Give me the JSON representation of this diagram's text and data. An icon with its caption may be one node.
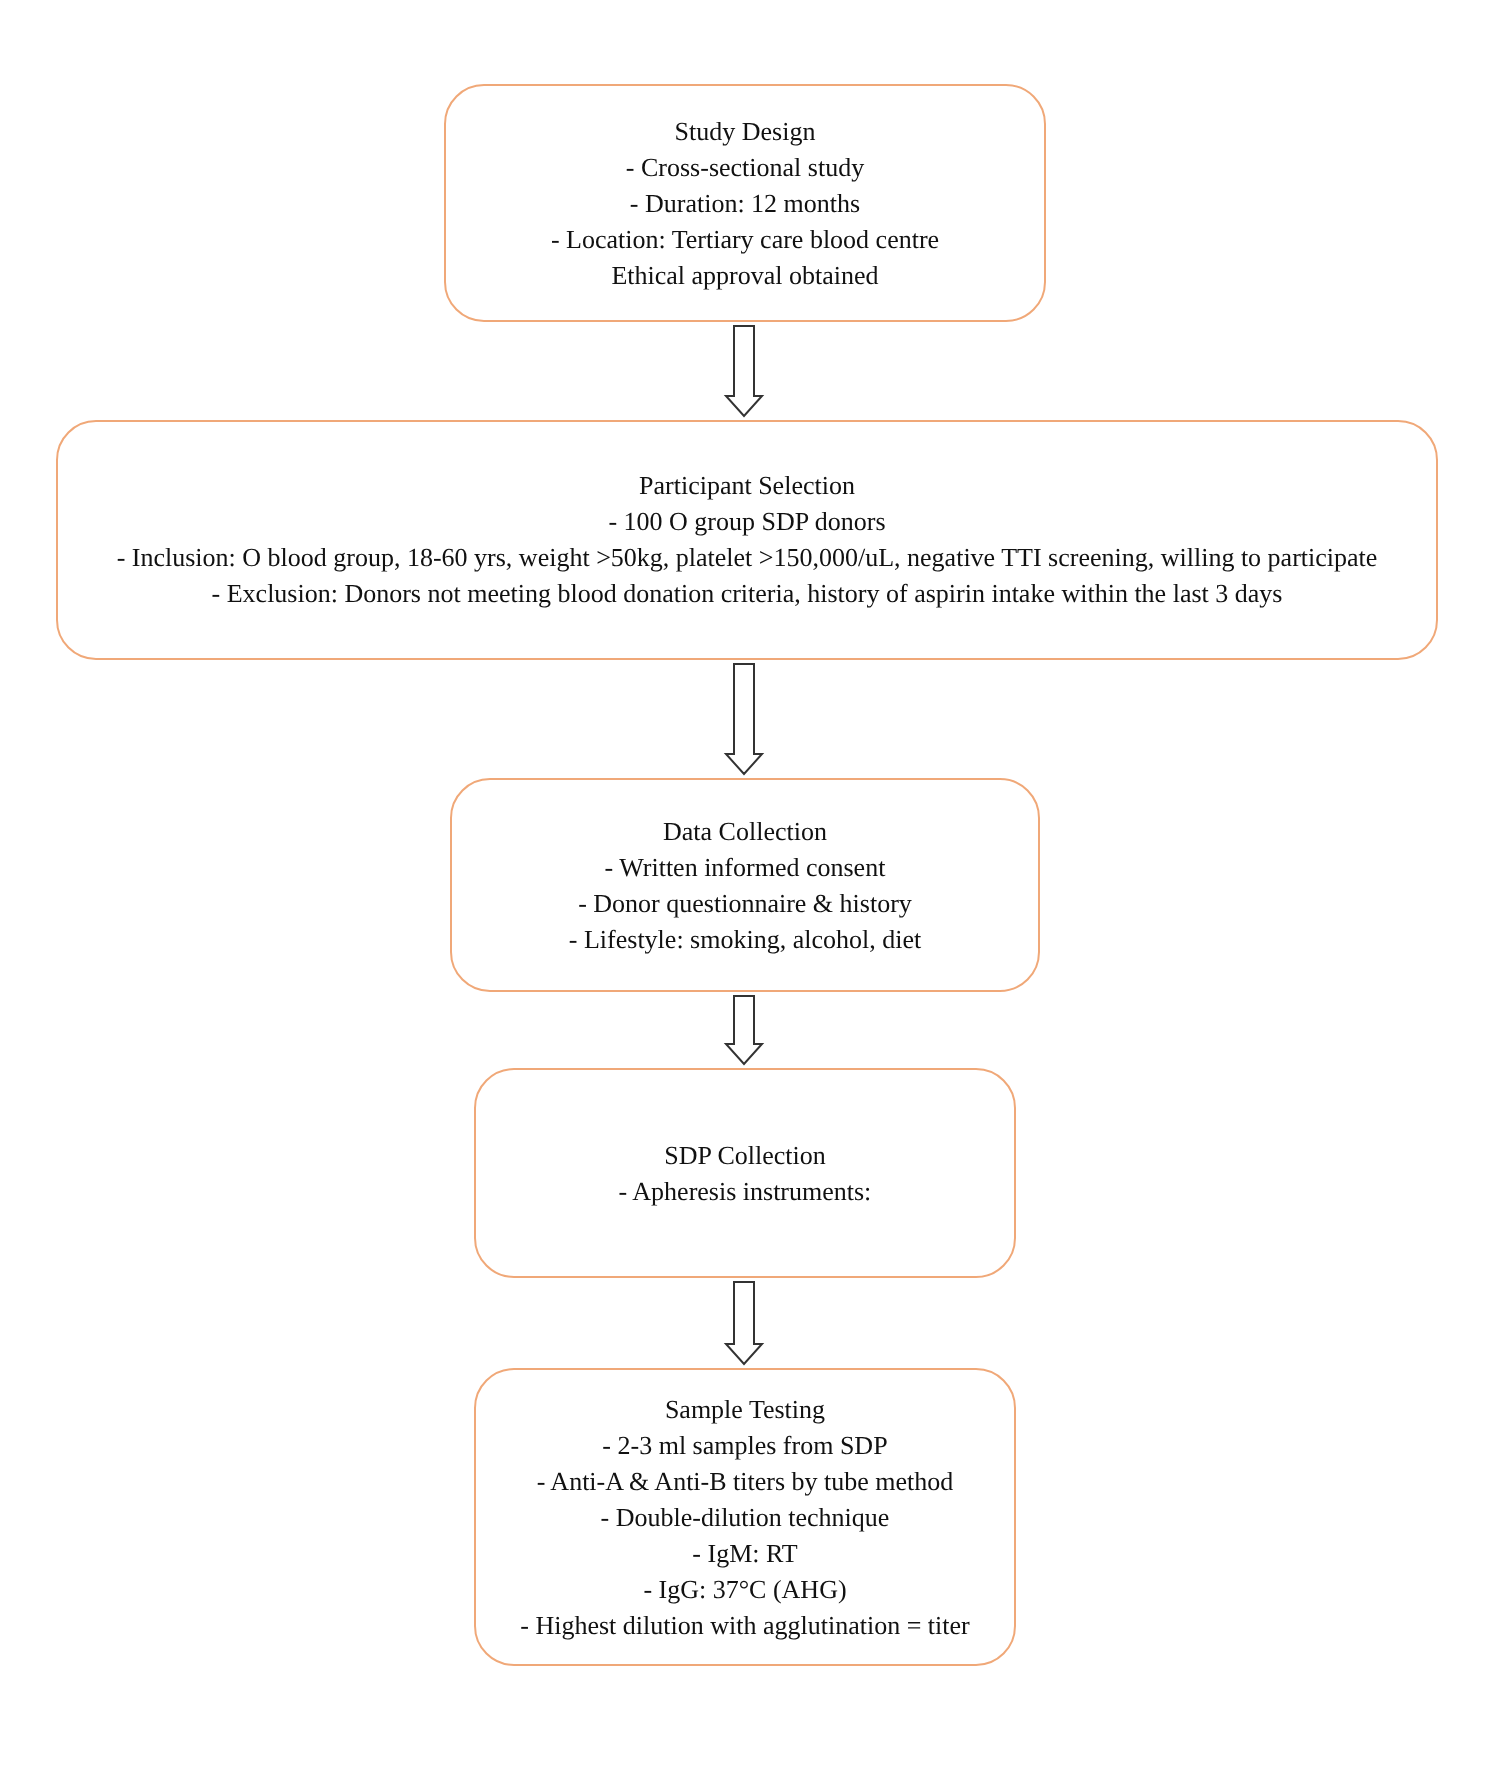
{
  "diagram": {
    "nodes": [
      {
        "text": [
          "Study Design",
          "- Cross-sectional study",
          "- Duration: 12 months",
          "- Location: Tertiary care blood centre",
          "Ethical approval obtained"
        ]
      },
      {
        "text": [
          "Participant Selection",
          "- 100 O group SDP donors",
          "- Inclusion: O blood group, 18-60 yrs, weight >50kg, platelet >150,000/uL, negative TTI screening, willing to participate",
          "- Exclusion: Donors not meeting blood donation criteria, history of aspirin intake within the last 3 days"
        ]
      },
      {
        "text": [
          "Data Collection",
          "- Written informed consent",
          "- Donor questionnaire & history",
          "- Lifestyle: smoking, alcohol, diet"
        ]
      },
      {
        "text": [
          "SDP Collection",
          "- Apheresis instruments:"
        ]
      },
      {
        "text": [
          "Sample Testing",
          "- 2-3 ml samples from SDP",
          "- Anti-A & Anti-B titers by tube method",
          "- Double-dilution technique",
          "- IgM: RT",
          "- IgG: 37°C (AHG)",
          "- Highest dilution with agglutination = titer"
        ]
      }
    ],
    "edges": [
      {
        "from": 0,
        "to": 1,
        "arrow": "to"
      },
      {
        "from": 1,
        "to": 2,
        "arrow": "to"
      },
      {
        "from": 2,
        "to": 3,
        "arrow": "to"
      },
      {
        "from": 3,
        "to": 4,
        "arrow": "to"
      }
    ]
  }
}
